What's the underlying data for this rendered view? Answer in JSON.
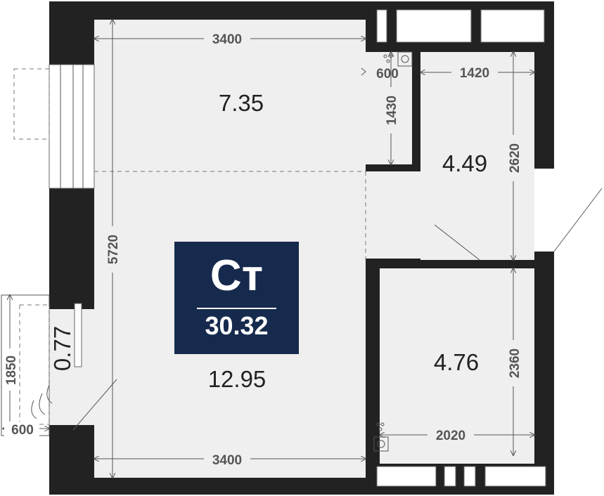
{
  "plan": {
    "unit_type": "Ст",
    "total_area": "30.32",
    "rooms": {
      "kitchen_area": "7.35",
      "living_area": "12.95",
      "hall_area": "4.49",
      "bathroom_area": "4.76",
      "balcony_area": "0.77"
    },
    "dimensions": {
      "top_width": "3400",
      "bottom_width": "3400",
      "left_height": "5720",
      "kitchen_niche_height": "1430",
      "kitchen_niche_width": "600",
      "hall_width": "1420",
      "hall_height": "2620",
      "bath_height": "2360",
      "bath_width": "2020",
      "balcony_height": "1850",
      "balcony_width": "600"
    }
  },
  "colors": {
    "wall": "#222222",
    "floor": "#efefef",
    "badge_bg": "#162a4d",
    "badge_text": "#ffffff",
    "dimension_text": "#555555"
  }
}
